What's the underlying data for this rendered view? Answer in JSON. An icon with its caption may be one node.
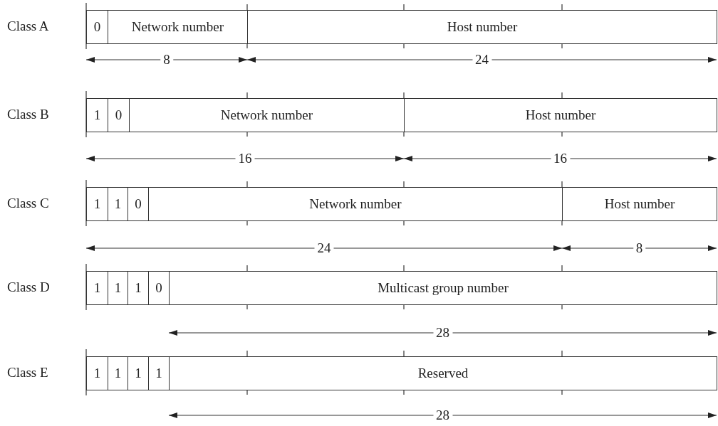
{
  "diagram": {
    "nodes": [
      {
        "text": [
          "0"
        ]
      },
      {
        "text": [
          "Network number"
        ]
      },
      {
        "text": [
          "Host number"
        ]
      },
      {
        "text": [
          "1"
        ]
      },
      {
        "text": [
          "0"
        ]
      },
      {
        "text": [
          "Network number"
        ]
      },
      {
        "text": [
          "Host number"
        ]
      },
      {
        "text": [
          "1"
        ]
      },
      {
        "text": [
          "1"
        ]
      },
      {
        "text": [
          "0"
        ]
      },
      {
        "text": [
          "Network number"
        ]
      },
      {
        "text": [
          "Host number"
        ]
      },
      {
        "text": [
          "1"
        ]
      },
      {
        "text": [
          "1"
        ]
      },
      {
        "text": [
          "1"
        ]
      },
      {
        "text": [
          "0"
        ]
      },
      {
        "text": [
          "Multicast group number"
        ]
      },
      {
        "text": [
          "1"
        ]
      },
      {
        "text": [
          "1"
        ]
      },
      {
        "text": [
          "1"
        ]
      },
      {
        "text": [
          "1"
        ]
      },
      {
        "text": [
          "Reserved"
        ]
      }
    ],
    "edges": [],
    "labels": [
      "Class A",
      "8",
      "24",
      "Class B",
      "16",
      "16",
      "Class C",
      "24",
      "8",
      "Class D",
      "28",
      "Class E",
      "28"
    ]
  }
}
